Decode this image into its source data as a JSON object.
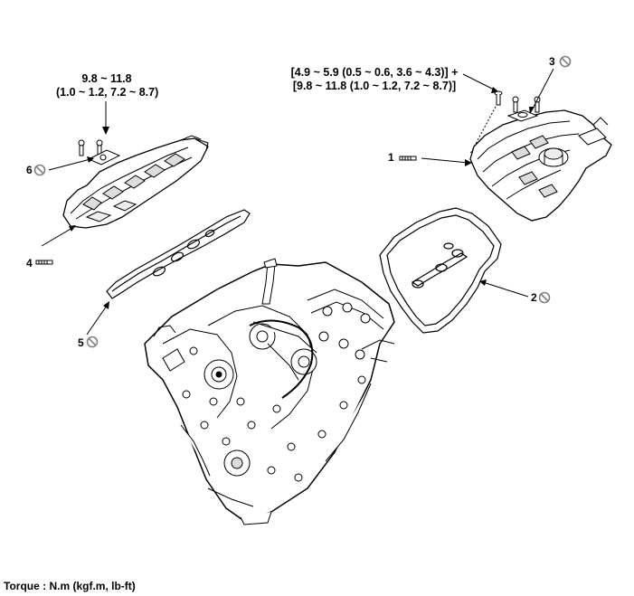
{
  "torque_left": {
    "line1": "9.8 ~ 11.8",
    "line2": "(1.0 ~ 1.2, 7.2 ~ 8.7)"
  },
  "torque_right": {
    "line1": "[4.9 ~ 5.9 (0.5 ~ 0.6, 3.6 ~ 4.3)] +",
    "line2": "[9.8 ~ 11.8 (1.0 ~ 1.2, 7.2 ~ 8.7)]"
  },
  "callouts": {
    "c1": "1",
    "c2": "2",
    "c3": "3",
    "c4": "4",
    "c5": "5",
    "c6": "6"
  },
  "footer": "Torque : N.m (kgf.m, lb-ft)",
  "icons": {
    "no_reuse": "prohibition-circle-icon"
  },
  "colors": {
    "line": "#000000",
    "prohibit_gray": "#808080"
  }
}
